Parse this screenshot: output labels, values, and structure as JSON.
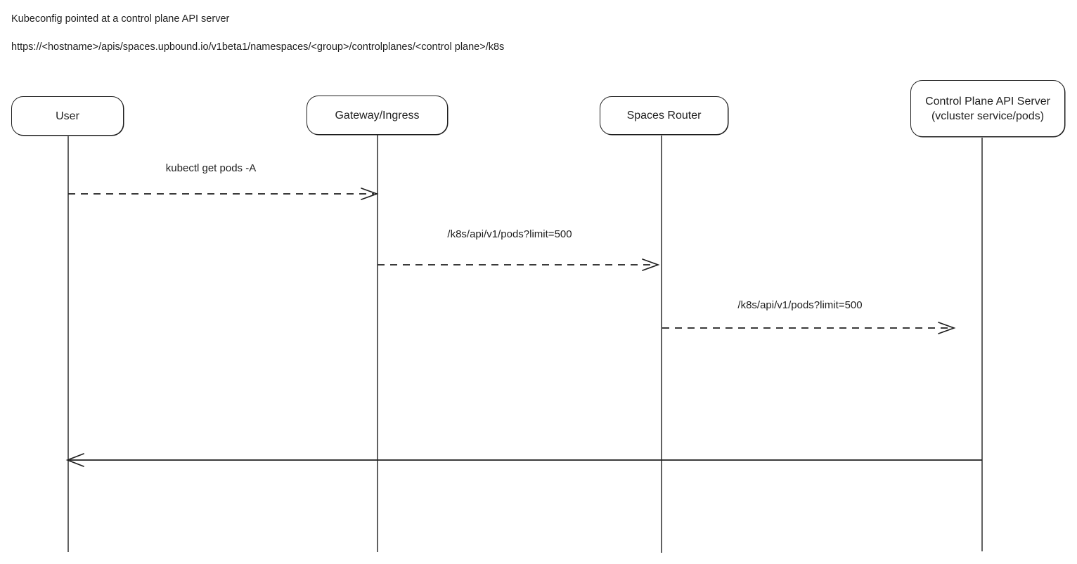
{
  "page": {
    "title": "Kubeconfig pointed at a control plane API server",
    "url": "https://<hostname>/apis/spaces.upbound.io/v1beta1/namespaces/<group>/controlplanes/<control plane>/k8s"
  },
  "diagram": {
    "type": "sequence",
    "actors": [
      {
        "label": "User"
      },
      {
        "label": "Gateway/Ingress"
      },
      {
        "label": "Spaces Router"
      },
      {
        "label": "Control Plane API Server",
        "sublabel": "(vcluster service/pods)"
      }
    ],
    "messages": [
      {
        "from": "User",
        "to": "Gateway/Ingress",
        "label": "kubectl get pods -A",
        "line_style": "dashed",
        "direction": "right"
      },
      {
        "from": "Gateway/Ingress",
        "to": "Spaces Router",
        "label": "/k8s/api/v1/pods?limit=500",
        "line_style": "dashed",
        "direction": "right"
      },
      {
        "from": "Spaces Router",
        "to": "Control Plane API Server",
        "label": "/k8s/api/v1/pods?limit=500",
        "line_style": "dashed",
        "direction": "right"
      },
      {
        "from": "Control Plane API Server",
        "to": "User",
        "label": "",
        "line_style": "solid",
        "direction": "left"
      }
    ]
  },
  "colors": {
    "stroke": "#1e1e1e",
    "lifeline": "#3a3a3a",
    "background": "#ffffff"
  }
}
